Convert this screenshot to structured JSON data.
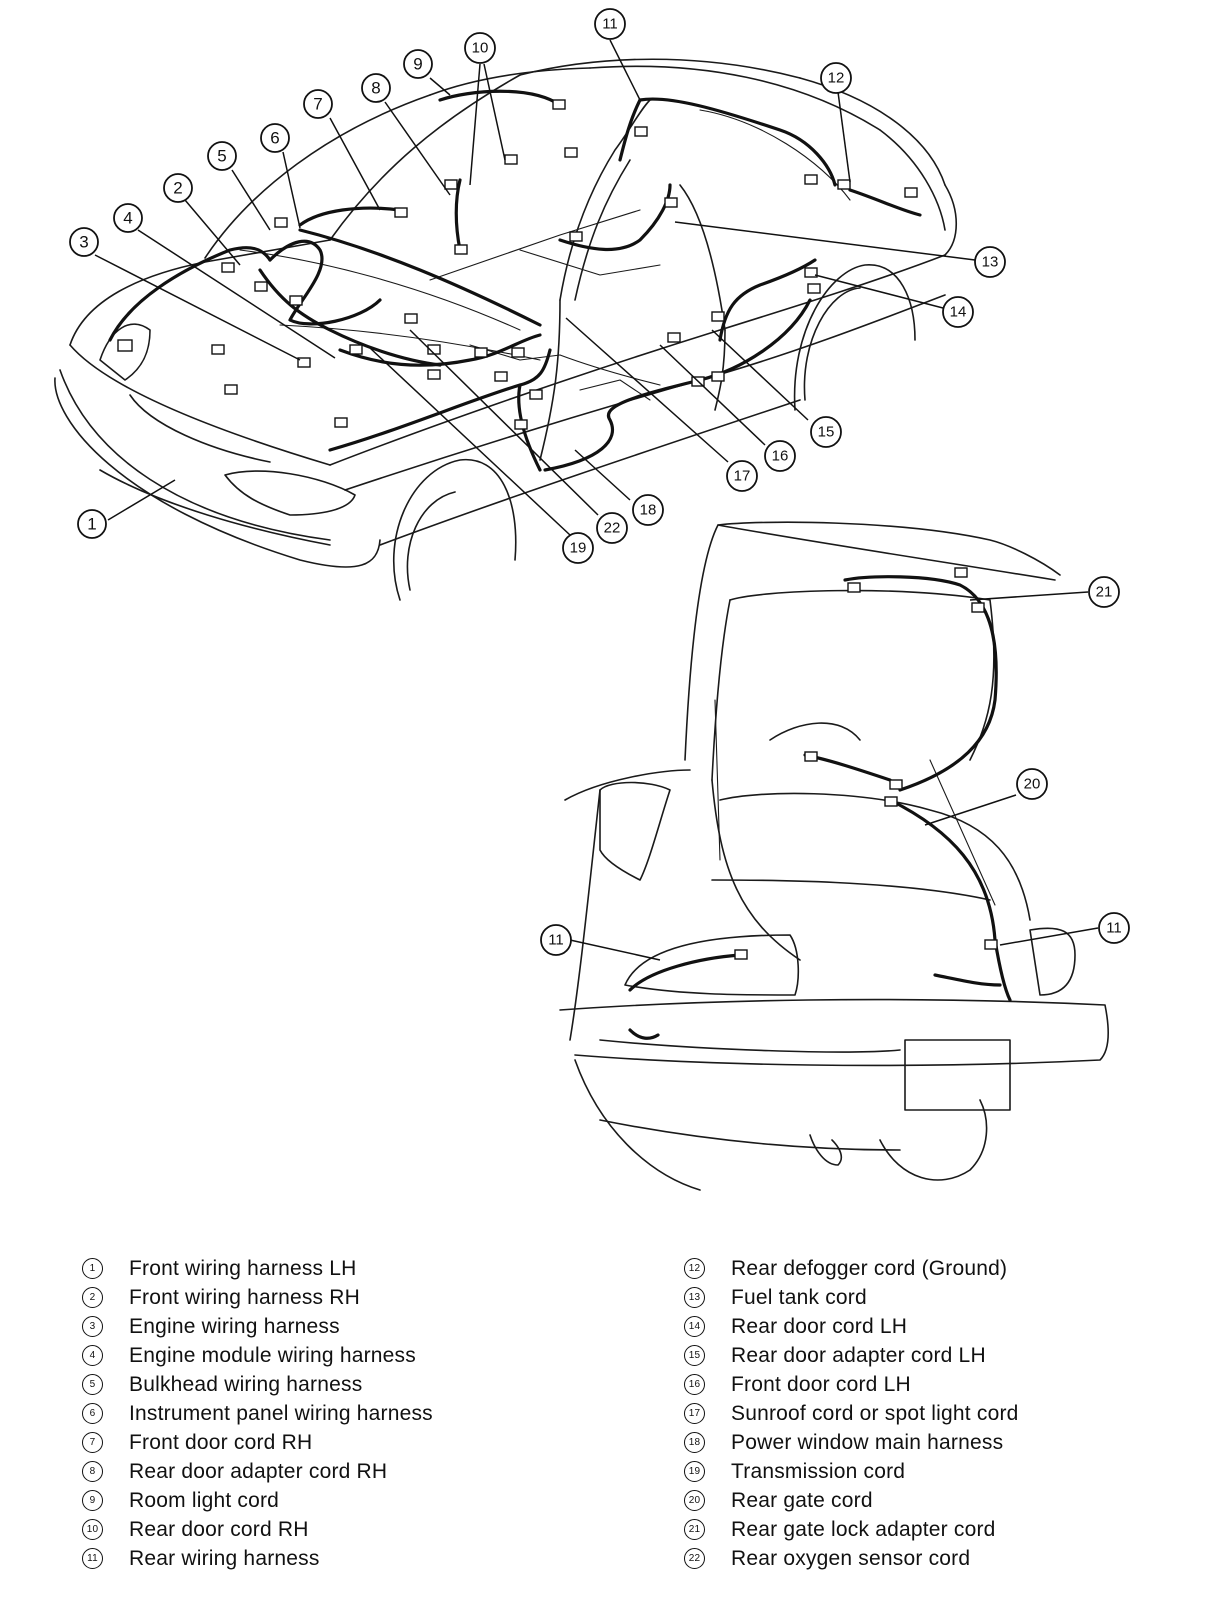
{
  "callouts": [
    "1",
    "2",
    "3",
    "4",
    "5",
    "6",
    "7",
    "8",
    "9",
    "10",
    "11",
    "12",
    "13",
    "14",
    "15",
    "16",
    "17",
    "18",
    "19",
    "20",
    "21",
    "22"
  ],
  "legend": {
    "left": [
      {
        "num": "1",
        "label": "Front wiring harness LH"
      },
      {
        "num": "2",
        "label": "Front wiring harness RH"
      },
      {
        "num": "3",
        "label": "Engine wiring harness"
      },
      {
        "num": "4",
        "label": "Engine module wiring harness"
      },
      {
        "num": "5",
        "label": "Bulkhead wiring harness"
      },
      {
        "num": "6",
        "label": "Instrument panel wiring harness"
      },
      {
        "num": "7",
        "label": "Front door cord RH"
      },
      {
        "num": "8",
        "label": "Rear door adapter cord RH"
      },
      {
        "num": "9",
        "label": "Room light cord"
      },
      {
        "num": "10",
        "label": "Rear door cord RH"
      },
      {
        "num": "11",
        "label": "Rear wiring harness"
      }
    ],
    "right": [
      {
        "num": "12",
        "label": "Rear defogger cord (Ground)"
      },
      {
        "num": "13",
        "label": "Fuel tank cord"
      },
      {
        "num": "14",
        "label": "Rear door cord LH"
      },
      {
        "num": "15",
        "label": "Rear door adapter cord LH"
      },
      {
        "num": "16",
        "label": "Front door cord LH"
      },
      {
        "num": "17",
        "label": "Sunroof cord or spot light cord"
      },
      {
        "num": "18",
        "label": "Power window main harness"
      },
      {
        "num": "19",
        "label": "Transmission cord"
      },
      {
        "num": "20",
        "label": "Rear gate cord"
      },
      {
        "num": "21",
        "label": "Rear gate lock adapter cord"
      },
      {
        "num": "22",
        "label": "Rear oxygen sensor cord"
      }
    ]
  }
}
